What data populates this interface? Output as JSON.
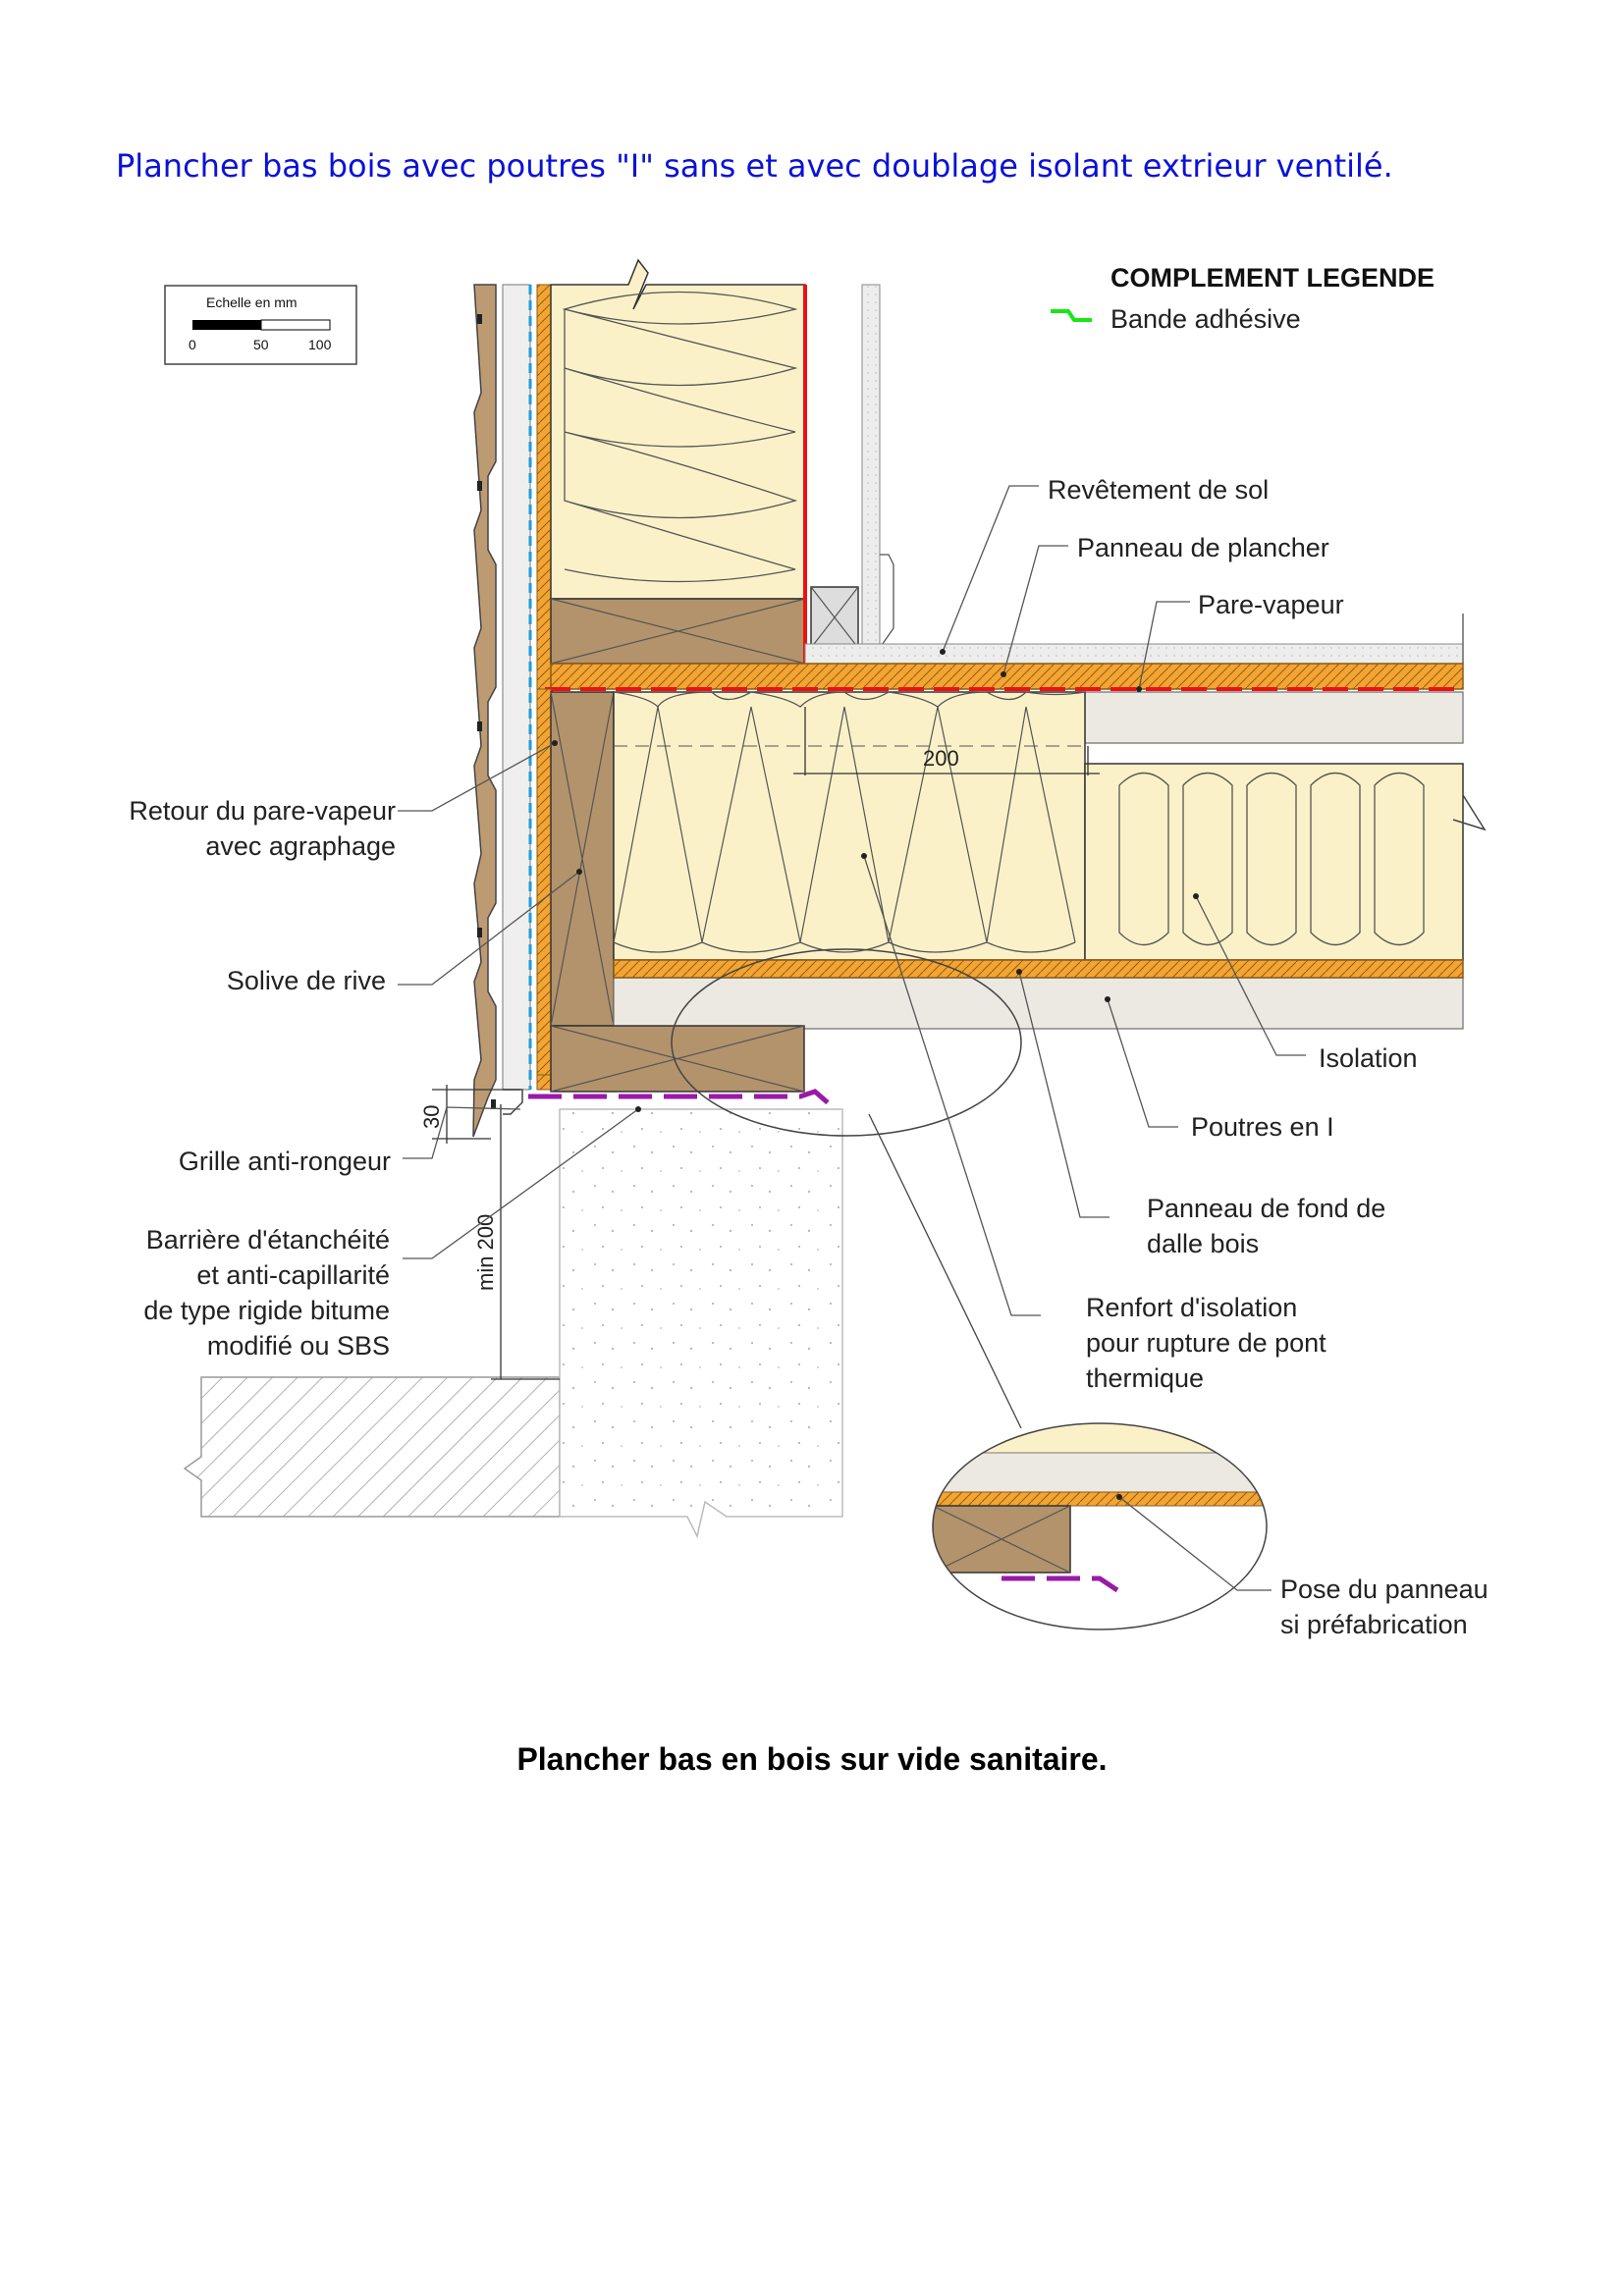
{
  "title": "Plancher bas bois avec poutres \"I\" sans et avec doublage isolant extrieur ventilé.",
  "caption": "Plancher bas en bois sur vide sanitaire.",
  "scale": {
    "label": "Echelle en mm",
    "ticks": [
      "0",
      "50",
      "100"
    ]
  },
  "legend": {
    "heading": "COMPLEMENT LEGENDE",
    "item": "Bande adhésive",
    "item_color": "#19e619"
  },
  "labels": {
    "revetement": "Revêtement de sol",
    "panneau_plancher": "Panneau de plancher",
    "pare_vapeur": "Pare-vapeur",
    "retour_line1": "Retour du pare-vapeur",
    "retour_line2": "avec agraphage",
    "solive": "Solive de rive",
    "isolation": "Isolation",
    "poutres": "Poutres en I",
    "grille": "Grille anti-rongeur",
    "barriere_line1": "Barrière d'étanchéité",
    "barriere_line2": "et anti-capillarité",
    "barriere_line3": "de type rigide bitume",
    "barriere_line4": "modifié ou SBS",
    "fond_line1": "Panneau de fond de",
    "fond_line2": "dalle bois",
    "renfort_line1": "Renfort d'isolation",
    "renfort_line2": "pour rupture de pont",
    "renfort_line3": "thermique",
    "pose_line1": "Pose du panneau",
    "pose_line2": "si préfabrication"
  },
  "dimensions": {
    "spacing": "200",
    "gap": "30",
    "min_height": "min 200"
  },
  "colors": {
    "title": "#0a12d8",
    "insulation": "#fbf1c8",
    "timber": "#b3936b",
    "osb": "#f0a030",
    "vapour_barrier": "#ee1111",
    "membrane": "#9a1aa8",
    "concrete": "#ffffff",
    "cladding": "#bd9b72"
  }
}
